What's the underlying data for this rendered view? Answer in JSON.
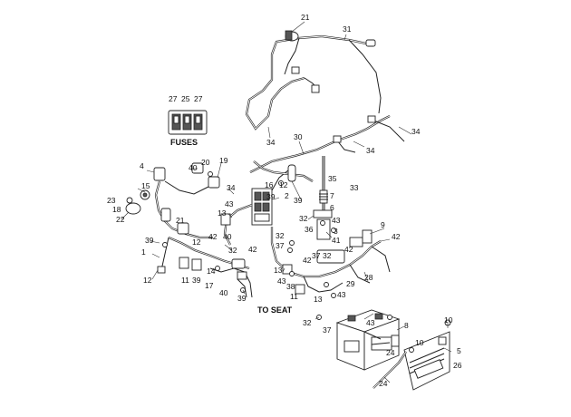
{
  "diagram": {
    "fuses_caption": "FUSES",
    "to_seat_caption": "TO SEAT",
    "callouts": {
      "c21a": "21",
      "c31": "31",
      "c27a": "27",
      "c25": "25",
      "c27b": "27",
      "c34a": "34",
      "c30": "30",
      "c34b": "34",
      "c34c": "34",
      "c4": "4",
      "c40a": "40",
      "c20": "20",
      "c19": "19",
      "c15": "15",
      "c23": "23",
      "c18": "18",
      "c22": "22",
      "c21b": "21",
      "c34d": "34",
      "c43a": "43",
      "c13a": "13",
      "c16": "16",
      "c39a": "39",
      "c12a": "12",
      "c2": "2",
      "c39b": "39",
      "c35": "35",
      "c33": "33",
      "c7": "7",
      "c6": "6",
      "c32a": "32",
      "c43b": "43",
      "c36": "36",
      "c3": "3",
      "c41": "41",
      "c9": "9",
      "c42a": "42",
      "c39c": "39",
      "c12b": "12",
      "c42b": "42",
      "c40b": "40",
      "c1": "1",
      "c32b": "32",
      "c42c": "42",
      "c32c": "32",
      "c37a": "37",
      "c42d": "42",
      "c37b": "37",
      "c32d": "32",
      "c42e": "42",
      "c12c": "12",
      "c11a": "11",
      "c39d": "39",
      "c14": "14",
      "c17": "17",
      "c40c": "40",
      "c39e": "39",
      "c13b": "13",
      "c43c": "43",
      "c38": "38",
      "c28": "28",
      "c29": "29",
      "c11b": "11",
      "c13c": "13",
      "c43d": "43",
      "c43e": "43",
      "c8": "8",
      "c10a": "10",
      "c32e": "32",
      "c37c": "37",
      "c24a": "24",
      "c10b": "10",
      "c5": "5",
      "c26": "26",
      "c24b": "24"
    }
  }
}
